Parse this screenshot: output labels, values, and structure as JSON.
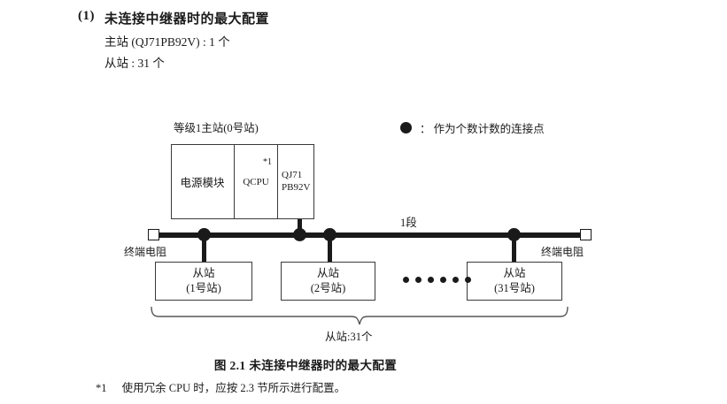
{
  "heading": {
    "number": "(1)",
    "title": "未连接中继器时的最大配置",
    "spec_master": "主站 (QJ71PB92V) : 1 个",
    "spec_slave": "从站 : 31 个"
  },
  "legend": {
    "icon": "filled-circle",
    "text": "：  作为个数计数的连接点"
  },
  "diagram": {
    "rack_title": "等级1主站(0号站)",
    "rack": {
      "power_module": "电源模块",
      "cpu": "QCPU",
      "cpu_note": "*1",
      "network_module_line1": "QJ71",
      "network_module_line2": "PB92V"
    },
    "segment_label": "1段",
    "terminator_left": "终端电阻",
    "terminator_right": "终端电阻",
    "slaves": [
      {
        "name": "从站",
        "station": "(1号站)"
      },
      {
        "name": "从站",
        "station": "(2号站)"
      },
      {
        "name": "从站",
        "station": "(31号站)"
      }
    ],
    "ellipsis_count": 6,
    "brace_label": "从站:31个"
  },
  "caption": "图 2.1  未连接中继器时的最大配置",
  "footnote": {
    "mark": "*1",
    "text": "使用冗余 CPU 时，应按 2.3 节所示进行配置。"
  }
}
